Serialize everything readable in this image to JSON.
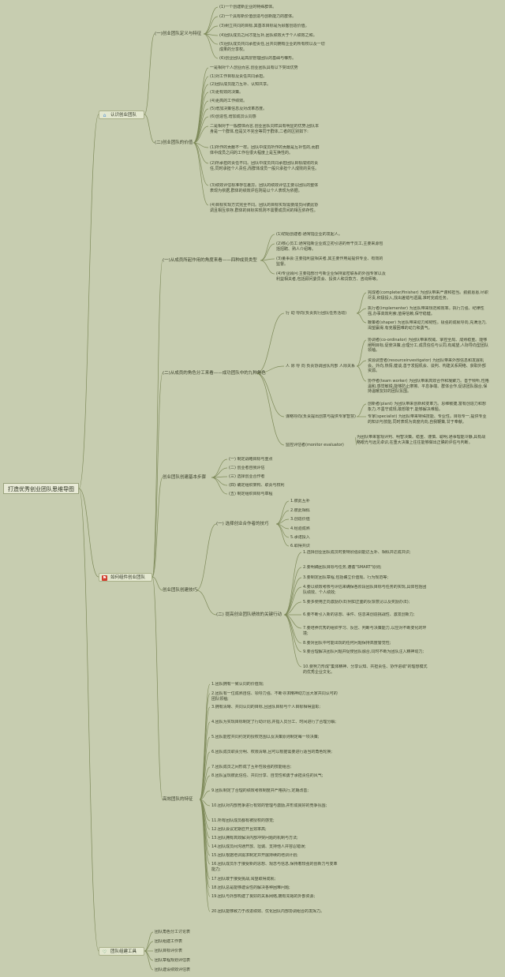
{
  "root": "打造优秀创业团队思维导图",
  "main": [
    {
      "label": "认识创业团队",
      "icon": "house-icon",
      "icon_color": "#4a8fd6"
    },
    {
      "label": "如何组件创业团队",
      "icon": "flag-icon",
      "icon_color": "#d23c2c"
    },
    {
      "label": "团队组建工具",
      "icon": "heart-icon",
      "icon_color": "#3a9a6a"
    }
  ],
  "l2": {
    "def": "(一)创业团队定义与特征",
    "val": "(二)创业团队的价值",
    "types": "(一)从成员所起作用的角度来看——四种成员类型",
    "roles": "(二)从成员的角色分工来看——成功团队中的九种角色",
    "basic": "创业团队创建基本步骤",
    "skills": "创业团队创建技巧",
    "feat": "高效团队的特征"
  },
  "def_items": [
    "(1)一个创建新企业的特殊群体。",
    "(2)一个具有新价值创造与创新能力的群体。",
    "(3)树立共同的目标,其基本目标是为顾客创造价值。",
    "(4)团队成员之间才能互补,团队绩效大于个人绩效之和。",
    "(5)团队成员共同承担责任,且共同拥有企业的所有权以及一切成果的分享权。",
    "(6)创业团队是高层管理团队的基础与雏形。"
  ],
  "val_items": [
    "一是相对个人创业而言,创业团队具有以下突出优势",
    "(1)对工作目标及责任共同承担。",
    "(2)团队成员能力互补、认知共享。",
    "(3)更有效的决策。",
    "(4)更高的工作绩效。",
    "(5)增加决策信息及对改革态度。",
    "(6)创造性,增加成员认同感",
    "二是相对于一般群体而言,创业团队同样具有明显的优势,团队本身是一个群体,但是又不完全等同于群体,二者的区别如下:",
    "(1)所作的贡献不一样。团队中成员所作的贡献是互补性的,而群体中成员之间的工作在很大程度上是互换性的。",
    "(2)所承担的责任不同。团队中成员共同承担团队目标成败的责任,同时承担个人责任,而群体成员一般只承担个人成败的责任。",
    "(3)绩效评估标准存在差异。团队的绩效评估主要以团队的整体表现为依据,群体的绩效评估则是以个人表现为依据。",
    "(4)目标实现方式完全不同。团队的目标实现需要成员间彼此协调且相互依存,群体的目标实现则不需要成员间的相互依存性。"
  ],
  "type_items": [
    "(1)初始创建者:通常指企业的发起人。",
    "(2)核心员工:通常指新企业成立初引进的骨干员工,主要来源包括招聘、熟人介绍等。",
    "(3)董事会:主要指利益相关者,其主要作用是提供专业、有效的监督。",
    "(4)专业顾问:主要指部分与新企业保持紧密联系的外围专家以及利益相关者,包括顾问委员会、投资人和贷款方、咨询师等。"
  ],
  "role_groups": [
    {
      "label": "行 动 导向(负责执行团队任务活动)",
      "items": [
        "完成者(completer/finisher) 为团队带来严谨和担当。勤勤恳恳,尽职尽责,积极投入,找出差错与遗漏,准时完成任务。",
        "执行者(implementer) 为团队带来规范和效率。执行力强、纪律性强,办事高效利索,值得信赖,保守稳健。",
        "鞭策者(shaper) 为团队带来动力和韧性。极强的成就导向,充满活力,渴望赢得,有克服困难的动力和勇气。"
      ]
    },
    {
      "label": "人 际 导 向 负责协调团队内部 人际关系",
      "items": [
        "协调者(co-ordinator) 为团队带来权威、掌控全局、成熟稳重。能够阐明目标,促使决策,合理分工,成员信任与认同,有威望,人际导向型团队领袖。",
        "资源调查者(resourceinvestigator) 为团队带来外部信息和发展机会。外向,热情,健谈,善于发掘机会、谈判、构建关系网络、获取外部资源。",
        "协作者(team worker) 为团队带来高效合作和凝聚力。善于倾听,性格温和,感觉敏锐,能够防止摩擦、平息争端、群体合作,促进团队融合,保持温暖友好的团队氛围。"
      ]
    },
    {
      "label": "谋略导向(负责提出创意与提供专家智慧)",
      "items": [
        "创新者(plant) 为团队带来创新和变革力。思维敏捷,富有创造力和想象力,不墨守成规,敢想敢干,能够解决难题。",
        "专家(specialist) 为团队带来特殊技能、专业性。目标专一,提供专业的知识与技能,同时表现为高度内向,自我鞭策,甘于奉献。"
      ]
    },
    {
      "label": "监控评估者(monitor evaluator)",
      "items": [
        "为团队带来客观评判、明智决策。稳重、谨慎、聪明,通事理能冷静,具有战略眼光与远见卓识,在重大决策上往往能够做出正确的评估与判断。"
      ]
    }
  ],
  "basic_items": [
    "(一) 制定战略目标与重点",
    "(二) 创业者自我评估",
    "(三) 选择创业合作者",
    "(四) 确定组织架构、职责与权利",
    "(五) 制定组织目标与章程"
  ],
  "skills": {
    "choose_label": "(一) 选择创业合作者的技巧",
    "choose_items": [
      "1.彼此互补",
      "2.彼此相似",
      "3.创造价值",
      "4.经验成熟",
      "5.承诺投入",
      "6.取得共识"
    ],
    "improve_label": "(二) 提高创业团队绩效的关键行动",
    "improve_items": [
      "1.选择创业团队成员时要特别强调能达互补、相似并达成共识;",
      "2.要明确团队目标与任务,遵循\"SMART\"原则;",
      "3.要制定团队章程,包括确立价值观、行为规范等;",
      "4.要以绩效考核与评估来确保各阶段团队目标与任务的实现,具体包括团队绩效、个人绩效;",
      "5.要多使用正向激励办法(例如正面的反馈意见以及奖励办法);",
      "6.要不断引入新的思想、事件、信息来创造挑战性、激发创新力;",
      "7.要培养优秀的组织学习、反应、判断与决策能力,以应对不断变化的环境;",
      "8.要对团队中可能出现的任何问题保持高度警觉性;",
      "9.要合理解决团队问题并促使团队融合,同时不断为团队注入精神动力;",
      "10.要努力形成\"集体精神、分享认知、共担责任、协作进取\"的理想模式的优秀企业文化。"
    ]
  },
  "feat_items": [
    "1.团队拥有一致认同的价值观;",
    "2.团队有一位成熟自信、领导力强、不断寻求精神动力且大家共同认可的团队领袖;",
    "3.拥有清晰、共同认同的目标,且团队目标与个人目标相得益彰;",
    "4.团队为实现目标制定了行动计划,并指入员分工、时间进行了合理分解;",
    "5.团队能密共同约定的授权范围以及决策原则制定每一项决策;",
    "6.团队成员职责分明、权限清晰,且可以根据需要进行适当的角色轮换;",
    "7.团队成员之间形成了互补性极强的技能组合;",
    "8.团队呈现彼此信任、共同分享、自觉性和勇于承担责任的风气;",
    "9.团队制定了合理的绩效考核制度并严格执行,定期改善;",
    "10.团队对内部竞争进行有效的管理与激励,并形成良好的竞争氛围;",
    "11.所有团队成员都有被授权的感觉;",
    "12.团队会议定期召开且效率高;",
    "13.团队拥有高效解决内部冲突问题的机制与方法;",
    "14.团队成员间沟通开放、坦诚、支持他人并容忍错误;",
    "15.团队根据培训需求制定并开展持续的培训计划;",
    "16.团队成员乐于接受新的思想、观念与信息,保持着较强的创新力与变革能力;",
    "17.团队敢于接受挑战,渴望取得成就;",
    "18.团队总是能够建设性的解决各种困难问题;",
    "19.团队与外部构建了良好的关系网络,拥有充裕的外部资源;",
    "20.团队能够致力于改进绩效、优化团队内部协调组合的发挥力。"
  ],
  "tools": [
    "团队角色分工讨论表",
    "团队组建工作表",
    "团队目标评价表",
    "团队章程规划评估表",
    "团队建设绩效评估表"
  ]
}
